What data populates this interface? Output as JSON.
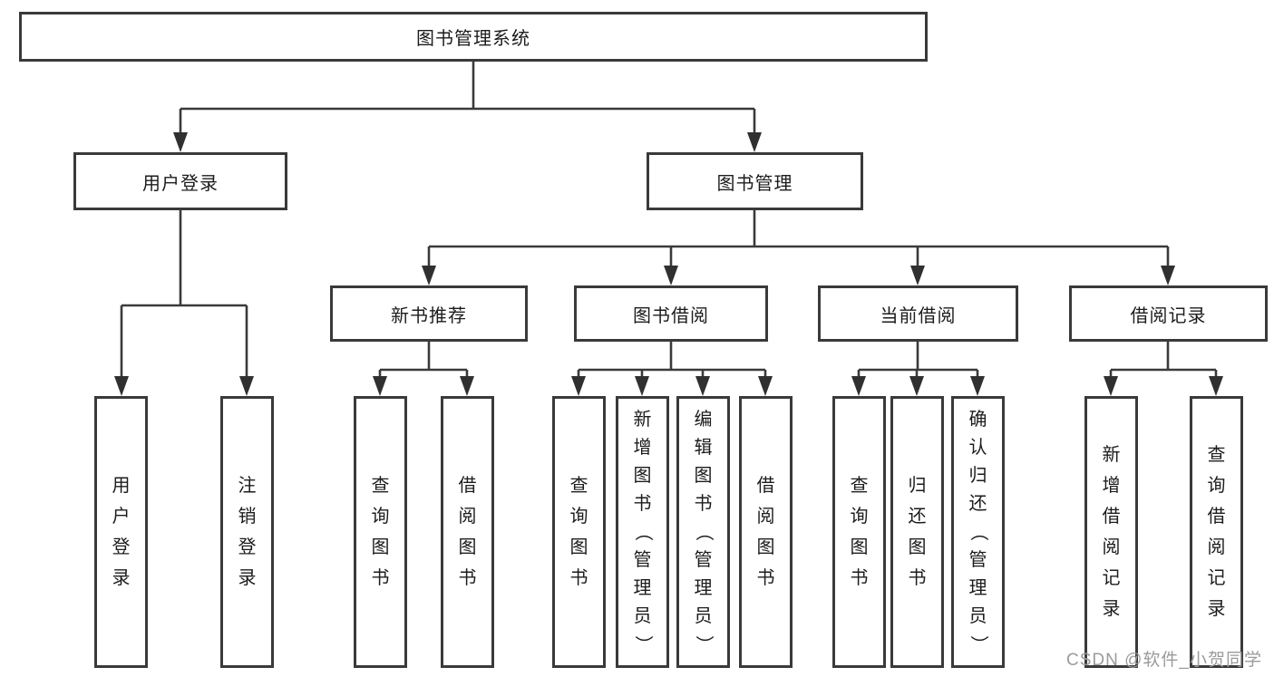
{
  "tree": {
    "root": {
      "label": "图书管理系统"
    },
    "branches": [
      {
        "label": "用户登录",
        "children": [
          {
            "label": "用户登录"
          },
          {
            "label": "注销登录"
          }
        ]
      },
      {
        "label": "图书管理",
        "sections": [
          {
            "label": "新书推荐",
            "children": [
              {
                "label": "查询图书"
              },
              {
                "label": "借阅图书"
              }
            ]
          },
          {
            "label": "图书借阅",
            "children": [
              {
                "label": "查询图书"
              },
              {
                "label": "新增图书（管理员）"
              },
              {
                "label": "编辑图书（管理员）"
              },
              {
                "label": "借阅图书"
              }
            ]
          },
          {
            "label": "当前借阅",
            "children": [
              {
                "label": "查询图书"
              },
              {
                "label": "归还图书"
              },
              {
                "label": "确认归还（管理员）"
              }
            ]
          },
          {
            "label": "借阅记录",
            "children": [
              {
                "label": "新增借阅记录"
              },
              {
                "label": "查询借阅记录"
              }
            ]
          }
        ]
      }
    ]
  },
  "watermark": {
    "text": "CSDN @软件_小贺同学"
  },
  "colors": {
    "line": "#3a3a3a",
    "arrow": "#303030",
    "box_border": "#3a3a3a",
    "box_fill": "#ffffff",
    "text": "#1c1c1c",
    "watermark": "#9b9b9b",
    "background": "#ffffff"
  }
}
